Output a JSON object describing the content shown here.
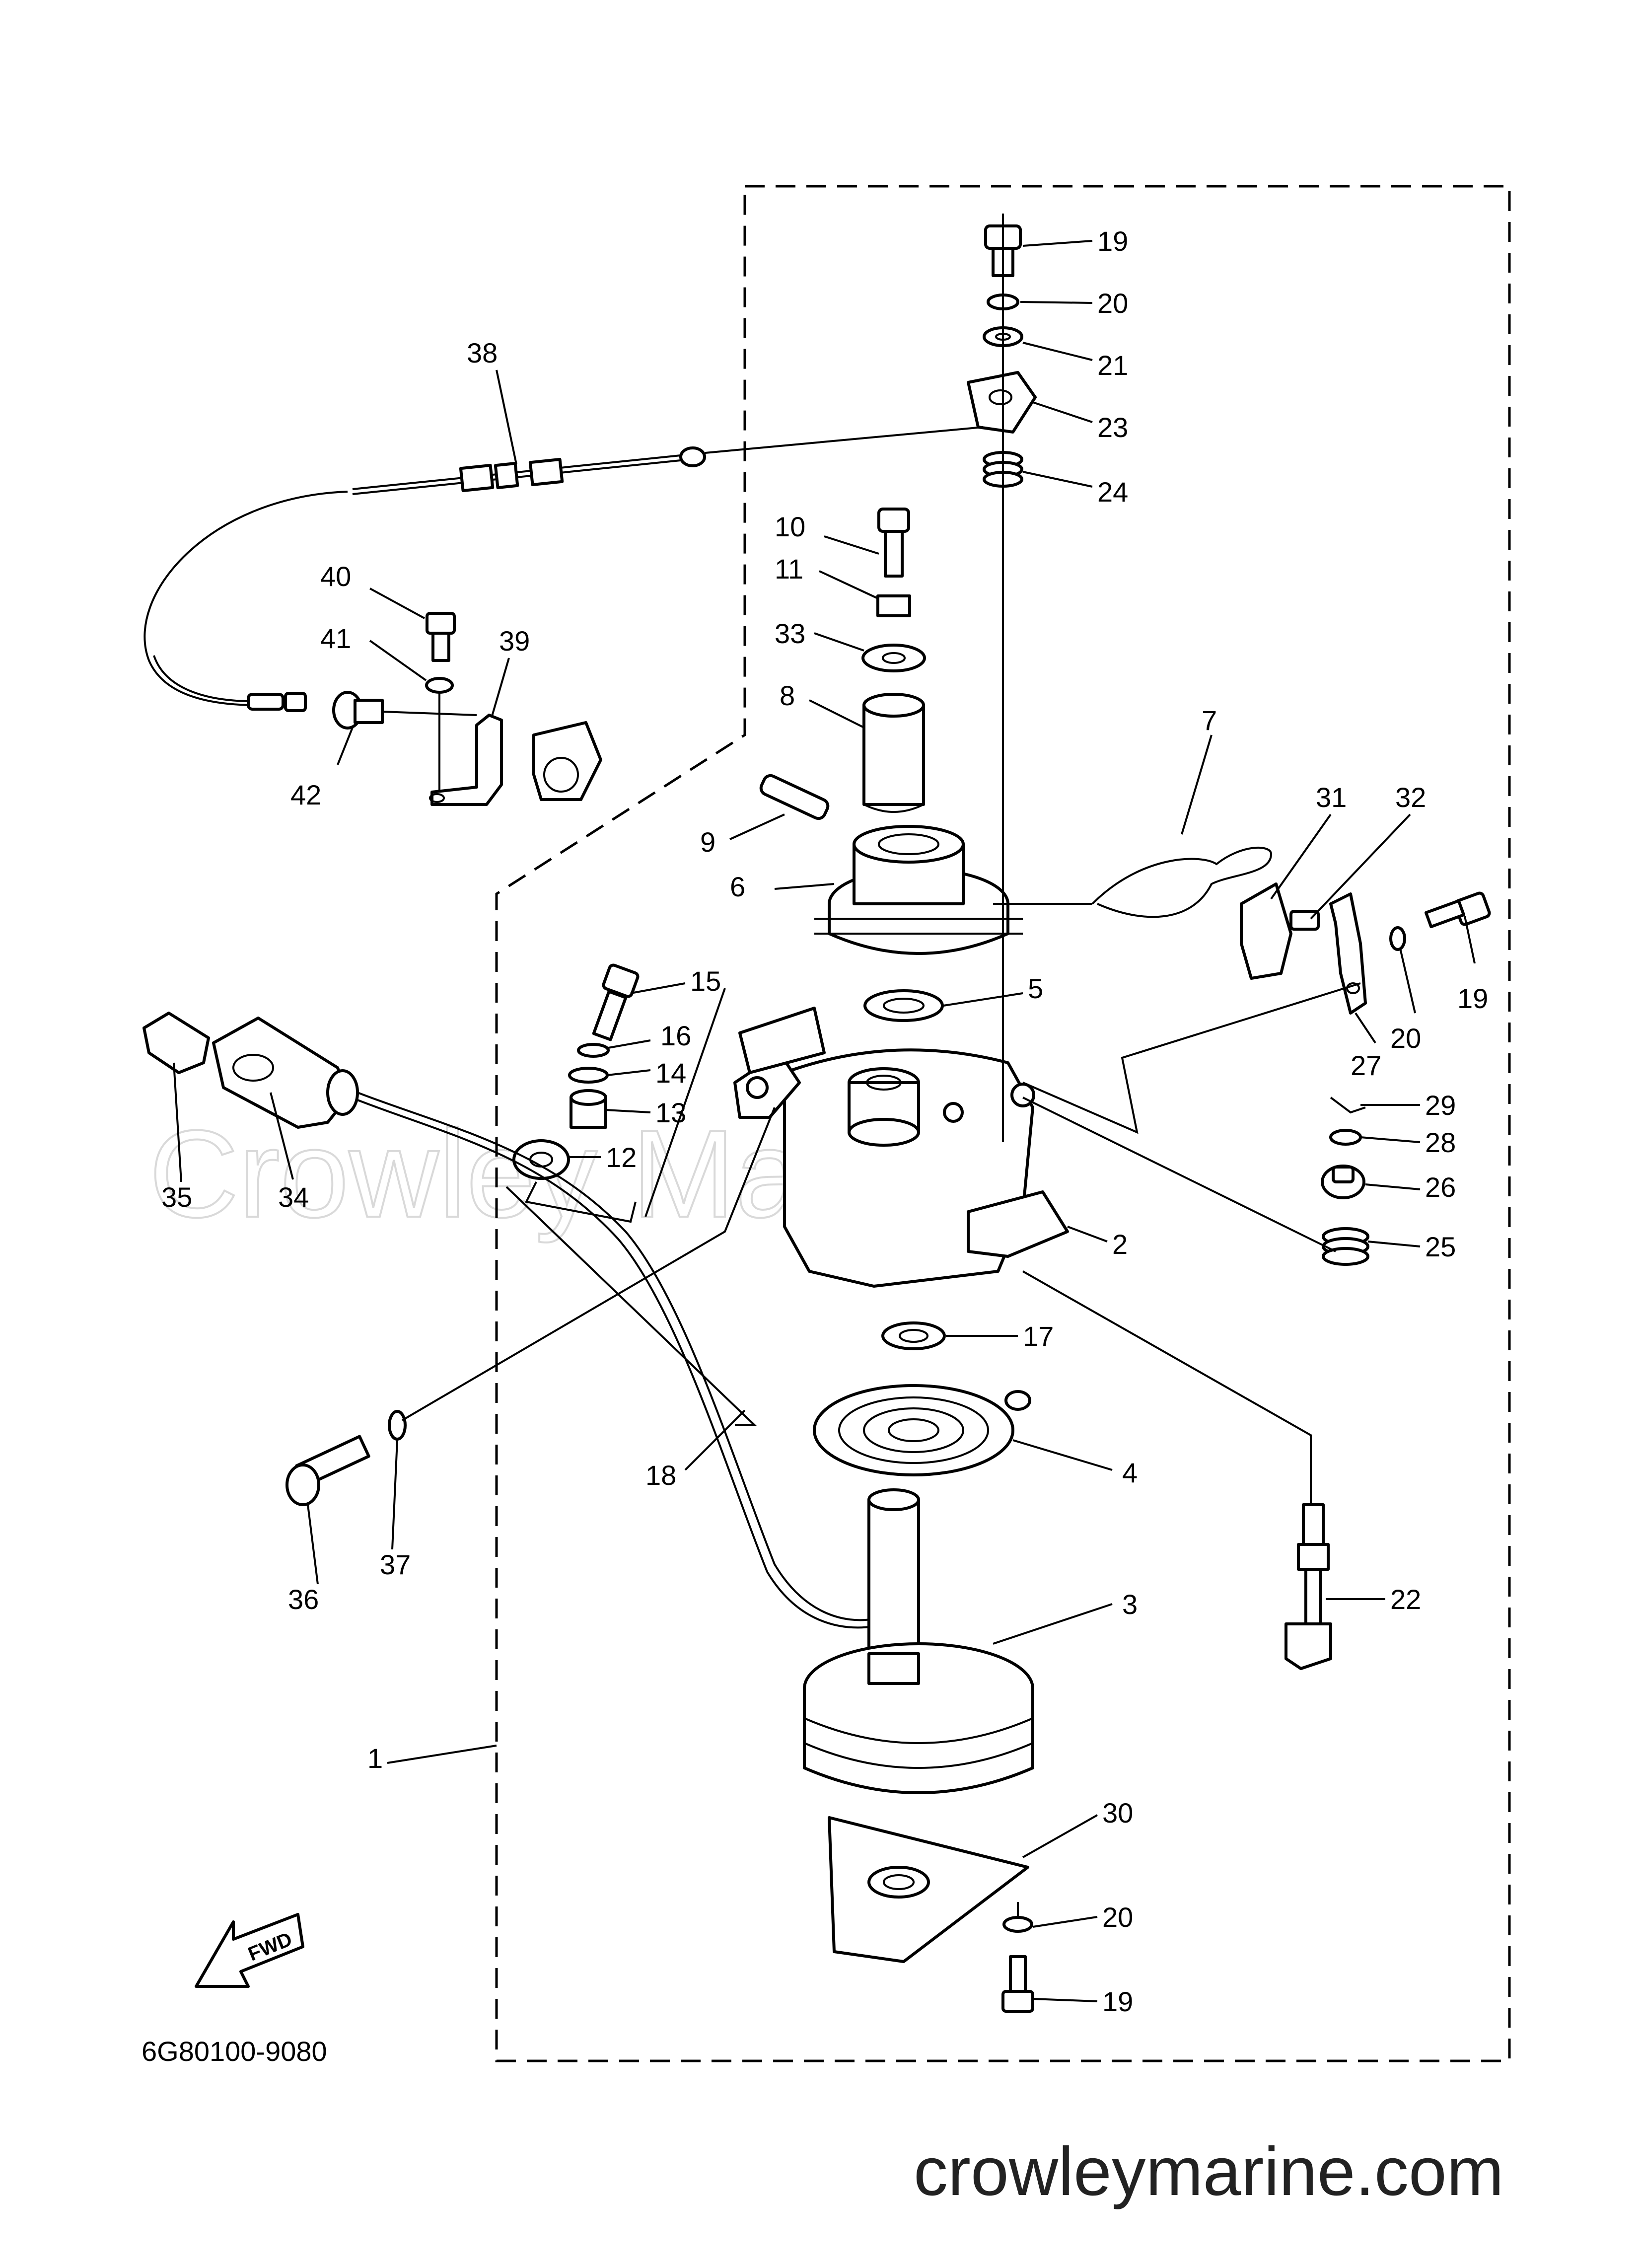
{
  "diagram": {
    "drawing_code": "6G80100-9080",
    "website": "crowleymarine.com",
    "watermark": "Crowley Marine",
    "fwd_label": "FWD",
    "callouts": [
      {
        "key": "n1",
        "label": "1"
      },
      {
        "key": "n2",
        "label": "2"
      },
      {
        "key": "n3",
        "label": "3"
      },
      {
        "key": "n4",
        "label": "4"
      },
      {
        "key": "n5",
        "label": "5"
      },
      {
        "key": "n6",
        "label": "6"
      },
      {
        "key": "n7",
        "label": "7"
      },
      {
        "key": "n8",
        "label": "8"
      },
      {
        "key": "n9",
        "label": "9"
      },
      {
        "key": "n10",
        "label": "10"
      },
      {
        "key": "n11",
        "label": "11"
      },
      {
        "key": "n12",
        "label": "12"
      },
      {
        "key": "n13",
        "label": "13"
      },
      {
        "key": "n14",
        "label": "14"
      },
      {
        "key": "n15",
        "label": "15"
      },
      {
        "key": "n16",
        "label": "16"
      },
      {
        "key": "n17",
        "label": "17"
      },
      {
        "key": "n18",
        "label": "18"
      },
      {
        "key": "n19a",
        "label": "19"
      },
      {
        "key": "n19b",
        "label": "19"
      },
      {
        "key": "n19c",
        "label": "19"
      },
      {
        "key": "n20a",
        "label": "20"
      },
      {
        "key": "n20b",
        "label": "20"
      },
      {
        "key": "n20c",
        "label": "20"
      },
      {
        "key": "n21",
        "label": "21"
      },
      {
        "key": "n22",
        "label": "22"
      },
      {
        "key": "n23",
        "label": "23"
      },
      {
        "key": "n24",
        "label": "24"
      },
      {
        "key": "n25",
        "label": "25"
      },
      {
        "key": "n26",
        "label": "26"
      },
      {
        "key": "n27",
        "label": "27"
      },
      {
        "key": "n28",
        "label": "28"
      },
      {
        "key": "n29",
        "label": "29"
      },
      {
        "key": "n30",
        "label": "30"
      },
      {
        "key": "n31",
        "label": "31"
      },
      {
        "key": "n32",
        "label": "32"
      },
      {
        "key": "n33",
        "label": "33"
      },
      {
        "key": "n34",
        "label": "34"
      },
      {
        "key": "n35",
        "label": "35"
      },
      {
        "key": "n36",
        "label": "36"
      },
      {
        "key": "n37",
        "label": "37"
      },
      {
        "key": "n38",
        "label": "38"
      },
      {
        "key": "n39",
        "label": "39"
      },
      {
        "key": "n40",
        "label": "40"
      },
      {
        "key": "n41",
        "label": "41"
      },
      {
        "key": "n42",
        "label": "42"
      }
    ]
  }
}
